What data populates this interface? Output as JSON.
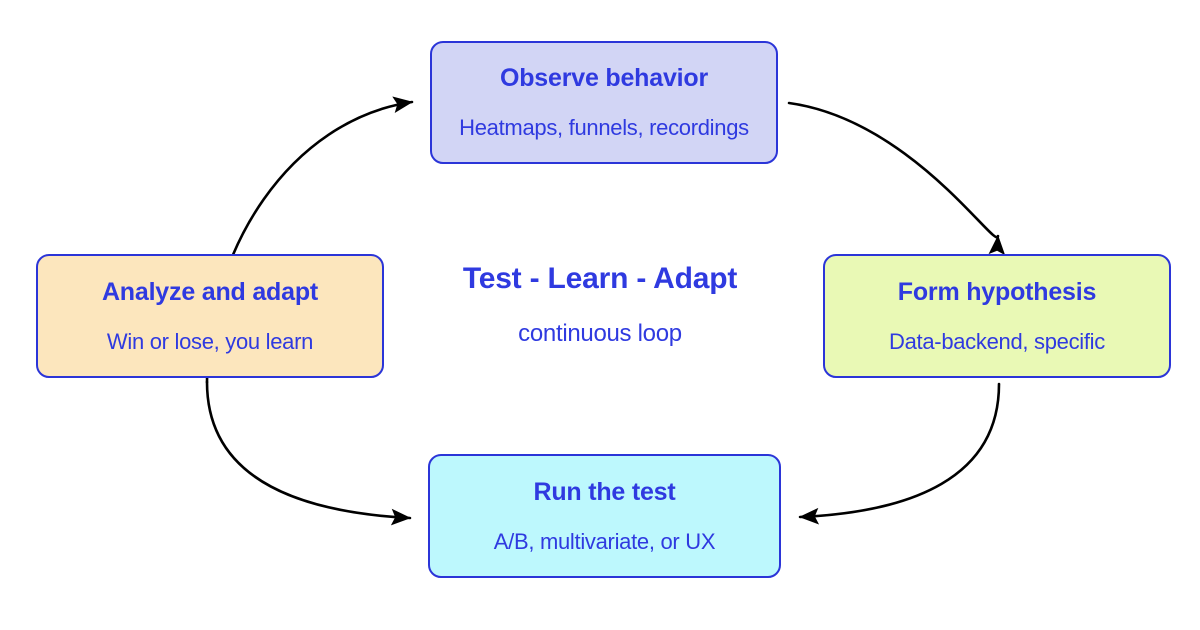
{
  "diagram": {
    "center": {
      "title": "Test - Learn - Adapt",
      "subtitle": "continuous loop"
    },
    "nodes": [
      {
        "id": "observe",
        "title": "Observe behavior",
        "subtitle": "Heatmaps, funnels, recordings",
        "fill": "#d2d5f5",
        "border": "#2b35d8",
        "text_color": "#2f3ae0"
      },
      {
        "id": "hypothesis",
        "title": "Form hypothesis",
        "subtitle": "Data-backend, specific",
        "fill": "#e9f9b5",
        "border": "#2b35d8",
        "text_color": "#2f3ae0"
      },
      {
        "id": "run",
        "title": "Run the test",
        "subtitle": "A/B, multivariate, or UX",
        "fill": "#bdf8fd",
        "border": "#2b35d8",
        "text_color": "#2f3ae0"
      },
      {
        "id": "analyze",
        "title": "Analyze and adapt",
        "subtitle": "Win or lose, you learn",
        "fill": "#fce6bd",
        "border": "#2b35d8",
        "text_color": "#2f3ae0"
      }
    ],
    "arrows": [
      {
        "id": "analyze-to-observe",
        "from": "analyze",
        "to": "observe",
        "color": "#000000"
      },
      {
        "id": "observe-to-hypothesis",
        "from": "observe",
        "to": "hypothesis",
        "color": "#000000"
      },
      {
        "id": "hypothesis-to-run",
        "from": "hypothesis",
        "to": "run",
        "color": "#000000"
      },
      {
        "id": "run-to-analyze",
        "from": "analyze",
        "to": "run",
        "color": "#000000"
      }
    ],
    "background": "#ffffff"
  }
}
